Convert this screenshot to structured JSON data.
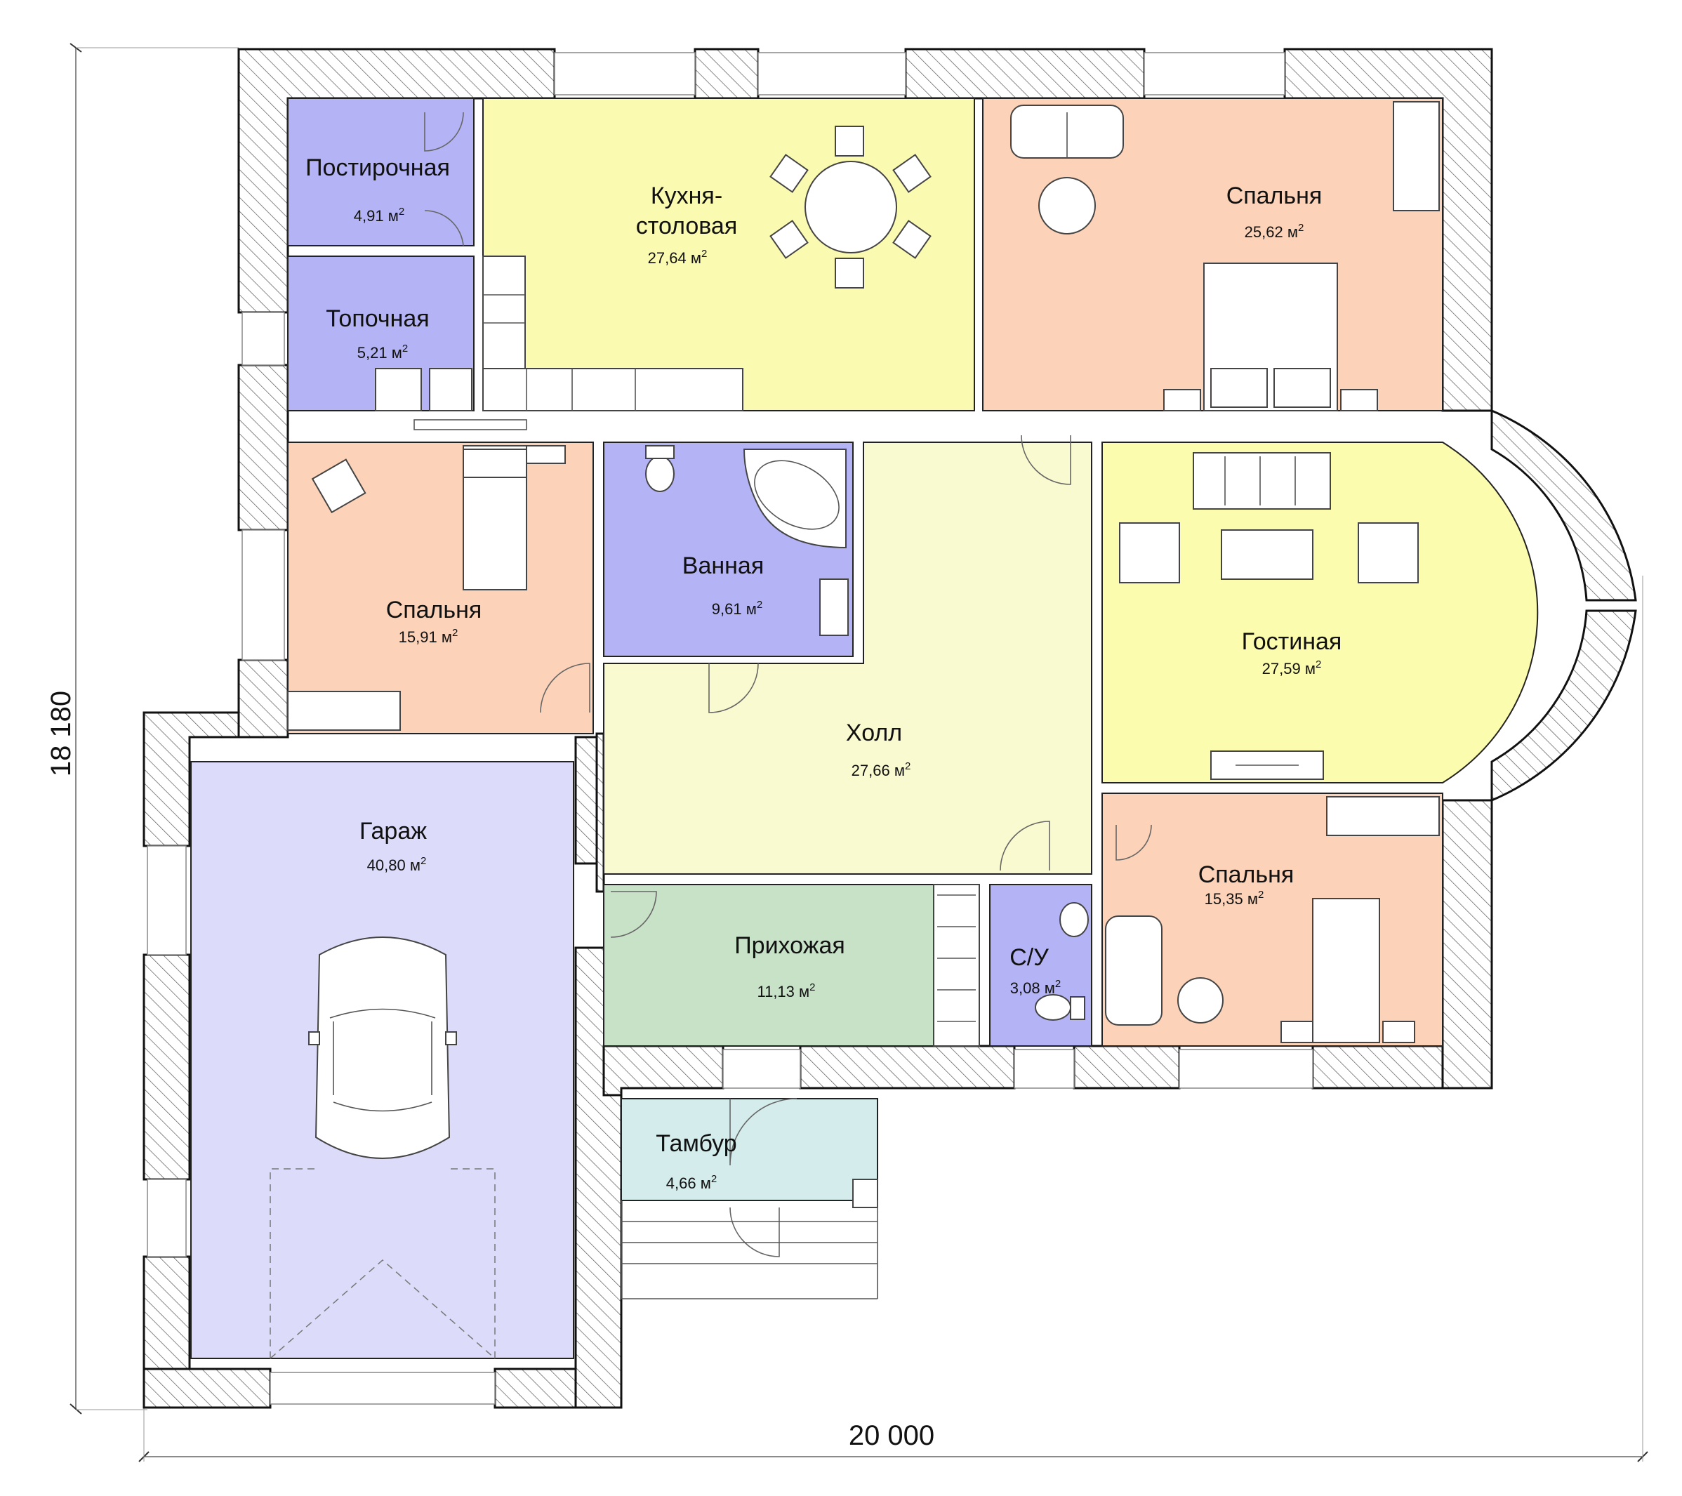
{
  "dimensions": {
    "width": "20 000",
    "height": "18 180"
  },
  "area_unit": "м",
  "area_unit_sup": "2",
  "rooms": [
    {
      "name": "Постирочная",
      "area": "4,91"
    },
    {
      "name_line1": "Кухня-",
      "name_line2": "столовая",
      "area": "27,64"
    },
    {
      "name": "Спальня",
      "area": "25,62"
    },
    {
      "name": "Топочная",
      "area": "5,21"
    },
    {
      "name": "Спальня",
      "area": "15,91"
    },
    {
      "name": "Ванная",
      "area": "9,61"
    },
    {
      "name": "Гостиная",
      "area": "27,59"
    },
    {
      "name": "Холл",
      "area": "27,66"
    },
    {
      "name": "Гараж",
      "area": "40,80"
    },
    {
      "name": "Спальня",
      "area": "15,35"
    },
    {
      "name": "Прихожая",
      "area": "11,13"
    },
    {
      "name": "С/У",
      "area": "3,08"
    },
    {
      "name": "Тамбур",
      "area": "4,66"
    }
  ],
  "colors": {
    "utility": "#b3b3f5",
    "kitchen": "#fafab0",
    "bedroom": "#fcd2b8",
    "bathroom": "#b3b3f5",
    "living": "#fcfcae",
    "hall": "#fafad0",
    "garage": "#dcdcfa",
    "entrance": "#c8e2c8",
    "vestibule": "#d4ecec",
    "wall_line": "#111111"
  }
}
